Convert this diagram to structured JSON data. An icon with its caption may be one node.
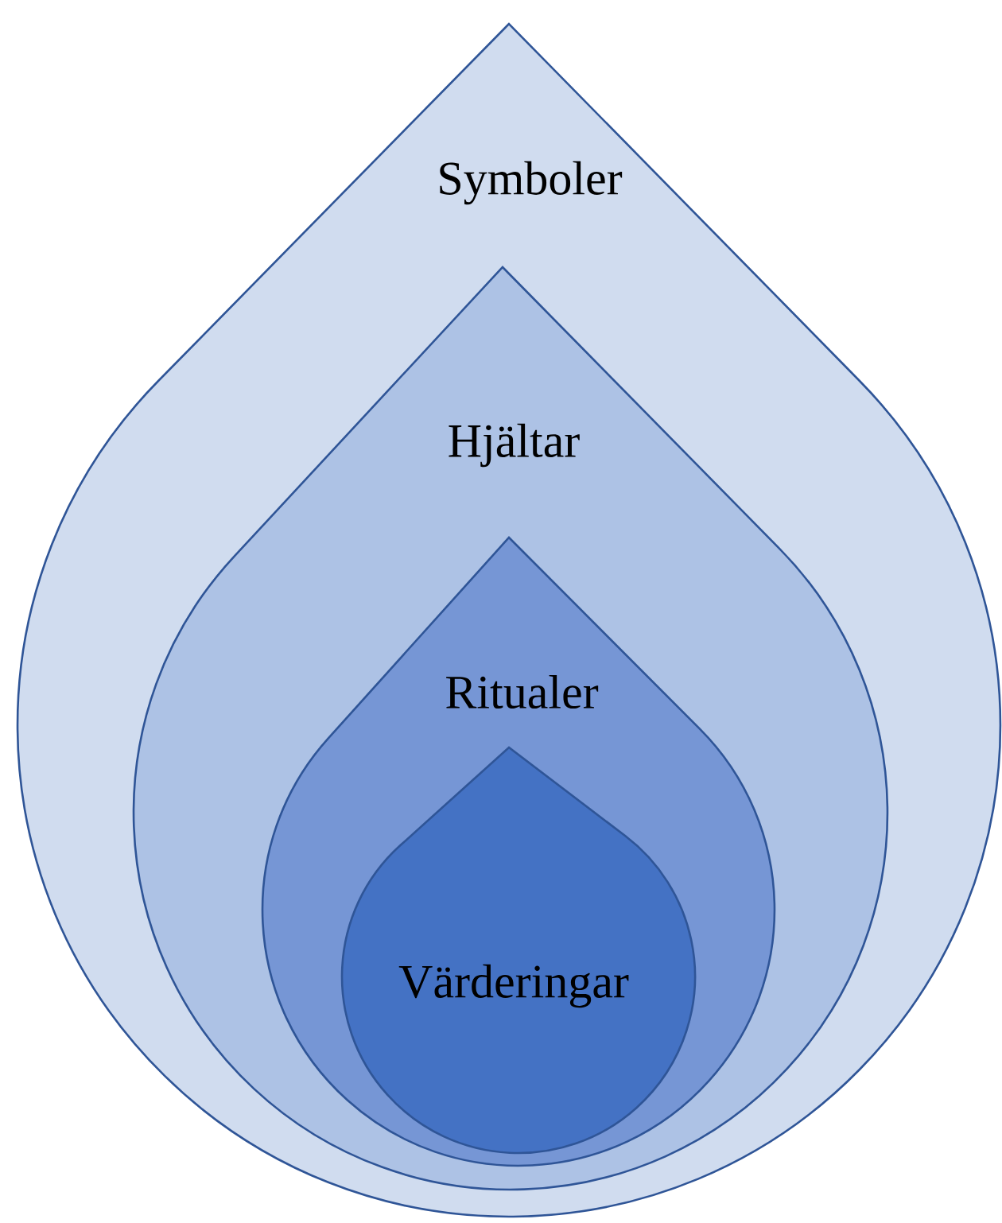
{
  "diagram": {
    "nodes": [
      {
        "text": [
          "Symboler"
        ]
      },
      {
        "text": [
          "Hjältar"
        ],
        "in": 0
      },
      {
        "text": [
          "Ritualer"
        ],
        "in": 1
      },
      {
        "text": [
          "Värderingar"
        ],
        "in": 2
      }
    ]
  }
}
